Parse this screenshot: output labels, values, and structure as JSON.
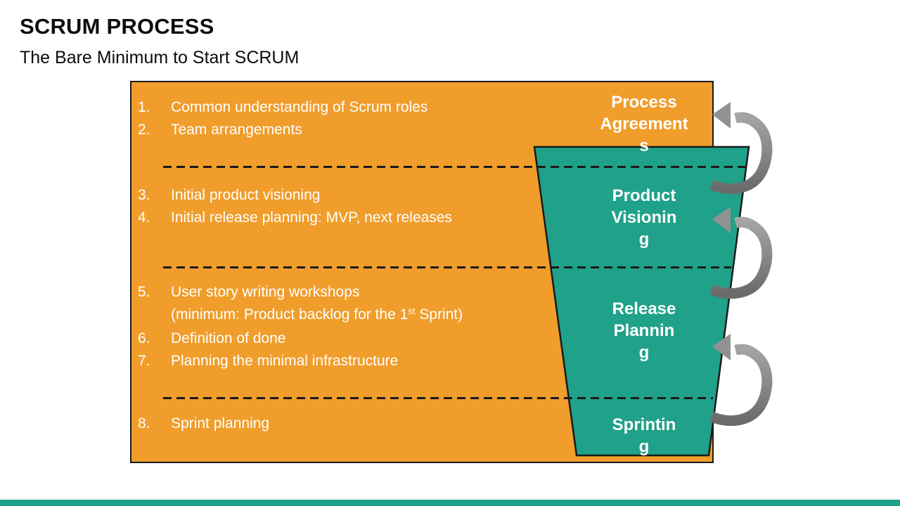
{
  "slide": {
    "title": "SCRUM PROCESS",
    "subtitle": "The Bare Minimum to Start SCRUM"
  },
  "checklist": {
    "i1": {
      "num": "1.",
      "text": "Common understanding of Scrum roles"
    },
    "i2": {
      "num": "2.",
      "text": "Team arrangements"
    },
    "i3": {
      "num": "3.",
      "text": "Initial product visioning"
    },
    "i4": {
      "num": "4.",
      "text": "Initial release planning: MVP, next releases"
    },
    "i5": {
      "num": "5.",
      "text": "User story writing workshops"
    },
    "i5b": {
      "prefix": "(minimum: Product backlog for the 1",
      "sup": "st",
      "suffix": " Sprint)"
    },
    "i6": {
      "num": "6.",
      "text": "Definition of done"
    },
    "i7": {
      "num": "7.",
      "text": "Planning the minimal infrastructure"
    },
    "i8": {
      "num": "8.",
      "text": "Sprint planning"
    }
  },
  "funnel": {
    "stages": [
      {
        "label": "Process\nAgreement\ns"
      },
      {
        "label": "Product\nVisionin\ng"
      },
      {
        "label": "Release\nPlannin\ng"
      },
      {
        "label": "Sprintin\ng"
      }
    ]
  },
  "colors": {
    "accent_orange": "#F09D2B",
    "accent_teal": "#20A189",
    "outline_black": "#1A1A1A",
    "arrow_gray": "#8E8E8E",
    "text_white": "#FFFFFF",
    "title_black": "#0D0D0D"
  }
}
